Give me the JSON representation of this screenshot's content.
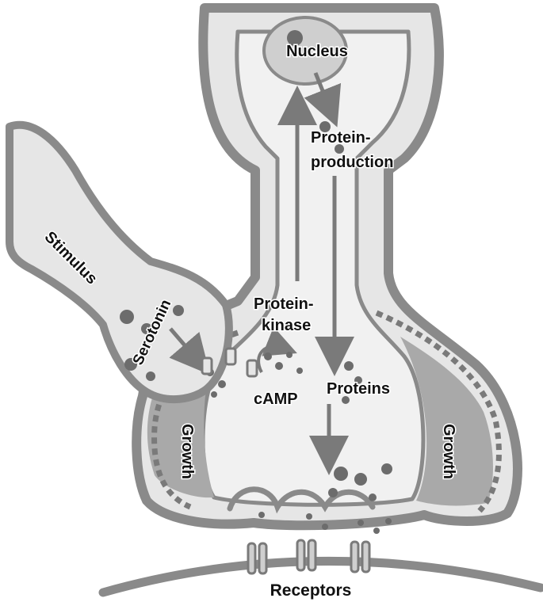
{
  "labels": {
    "nucleus": "Nucleus",
    "protein_production_line1": "Protein-",
    "protein_production_line2": "production",
    "stimulus": "Stimulus",
    "serotonin": "Serotonin",
    "protein_kinase_line1": "Protein-",
    "protein_kinase_line2": "kinase",
    "camp": "cAMP",
    "proteins": "Proteins",
    "growth_left": "Growth",
    "growth_right": "Growth",
    "receptors": "Receptors"
  },
  "colors": {
    "background": "#ffffff",
    "membrane": "#8a8a8a",
    "cytoplasm": "#e6e6e6",
    "growth_zone": "#a9a9a9",
    "nucleus": "#cfcfcf",
    "vesicle": "#6c6c6c",
    "arrow": "#7a7a7a",
    "text": "#111111"
  }
}
